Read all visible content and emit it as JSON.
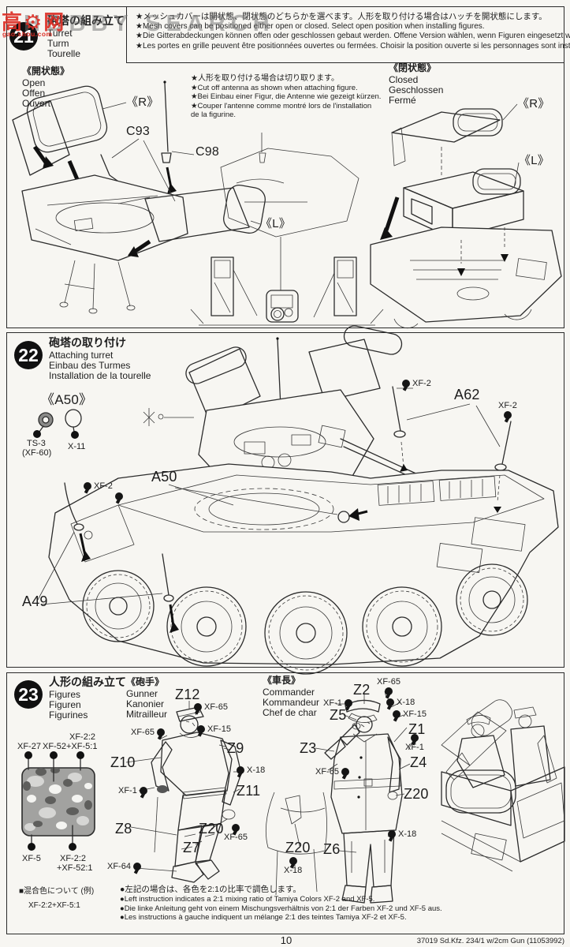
{
  "watermark": {
    "logo": "高⚙网",
    "logo_sub": "gao.shou.com",
    "overlay": "HOBBY SEARCH"
  },
  "footer": {
    "page": "10",
    "kit": "37019  Sd.Kfz. 234/1 w/2cm Gun (11053992)"
  },
  "step21": {
    "number": "21",
    "title": {
      "ja": "砲塔の組み立て",
      "en": "Turret",
      "de": "Turm",
      "fr": "Tourelle"
    },
    "note": {
      "ja": "★メッシュカバーは開状態、閉状態のどちらかを選べます。人形を取り付ける場合はハッチを開状態にします。",
      "en": "★Mesh covers can be positioned either open or closed. Select open position when installing figures.",
      "de": "★Die Gitterabdeckungen können offen oder geschlossen gebaut werden. Offene Version wählen, wenn Figuren eingesetzt werden.",
      "fr": "★Les portes en grille peuvent être positionnées ouvertes ou fermées. Choisir la position ouverte si les personnages sont installés."
    },
    "open": {
      "ja": "《開状態》",
      "en": "Open",
      "de": "Offen",
      "fr": "Ouvert"
    },
    "closed": {
      "ja": "《閉状態》",
      "en": "Closed",
      "de": "Geschlossen",
      "fr": "Fermé"
    },
    "antenna_note": {
      "ja": "★人形を取り付ける場合は切り取ります。",
      "en": "★Cut off antenna as shown when attaching figure.",
      "de": "★Bei Einbau einer Figur, die Antenne wie gezeigt kürzen.",
      "fr": "★Couper l'antenne comme montré lors de l'installation",
      "fr2": "de la figurine."
    },
    "labels": {
      "r_open": "《R》",
      "c93": "C93",
      "c98": "C98",
      "l_open": "《L》",
      "r_closed": "《R》",
      "l_closed": "《L》"
    }
  },
  "step22": {
    "number": "22",
    "title": {
      "ja": "砲塔の取り付け",
      "en": "Attaching turret",
      "de": "Einbau des Turmes",
      "fr": "Installation de la tourelle"
    },
    "a50": {
      "heading": "《A50》",
      "p1": "TS-3",
      "p1b": "(XF-60)",
      "p2": "X-11"
    },
    "labels": {
      "xf2_top": "XF-2",
      "a62": "A62",
      "xf2_right": "XF-2",
      "xf2_left": "XF-2",
      "a50": "A50",
      "a49": "A49"
    }
  },
  "step23": {
    "number": "23",
    "title": {
      "ja": "人形の組み立て",
      "en": "Figures",
      "de": "Figuren",
      "fr": "Figurines"
    },
    "gunner": {
      "ja": "《砲手》",
      "en": "Gunner",
      "de": "Kanonier",
      "fr": "Mitrailleur"
    },
    "commander": {
      "ja": "《車長》",
      "en": "Commander",
      "de": "Kommandeur",
      "fr": "Chef de char"
    },
    "camo": {
      "t1": "XF-27",
      "t2": "XF-52",
      "t3a": "XF-2:2",
      "t3b": "+XF-5:1",
      "b1": "XF-5",
      "b2a": "XF-2:2",
      "b2b": "+XF-52:1"
    },
    "g": {
      "z12": "Z12",
      "xf65r": "XF-65",
      "xf15": "XF-15",
      "xf65l": "XF-65",
      "z9": "Z9",
      "z10": "Z10",
      "x18": "X-18",
      "z11": "Z11",
      "xf1": "XF-1",
      "z8": "Z8",
      "z20": "Z20",
      "xf65h": "XF-65",
      "z7": "Z7",
      "xf64": "XF-64"
    },
    "c": {
      "z2": "Z2",
      "xf65cap": "XF-65",
      "xf1cap": "XF-1",
      "x18cap": "X-18",
      "z5": "Z5",
      "xf15": "XF-15",
      "z1": "Z1",
      "xf1": "XF-1",
      "z3": "Z3",
      "z4": "Z4",
      "xf65f": "XF-65",
      "z20h": "Z20",
      "x18leg": "X-18",
      "z20p": "Z20",
      "x18p": "X-18",
      "z6": "Z6"
    }
  },
  "mix": {
    "heading": "■混合色について (例)",
    "example": "XF-2:2+XF-5:1",
    "ja": "●左記の場合は、各色を2:1の比率で調色します。",
    "en": "●Left instruction indicates a 2:1 mixing ratio of Tamiya Colors XF-2 and XF-5.",
    "de": "●Die linke Anleitung geht von einem Mischungsverhältnis von 2:1 der Farben XF-2 und XF-5 aus.",
    "fr": "●Les instructions à gauche indiquent un mélange 2:1 des teintes Tamiya XF-2 et XF-5."
  }
}
